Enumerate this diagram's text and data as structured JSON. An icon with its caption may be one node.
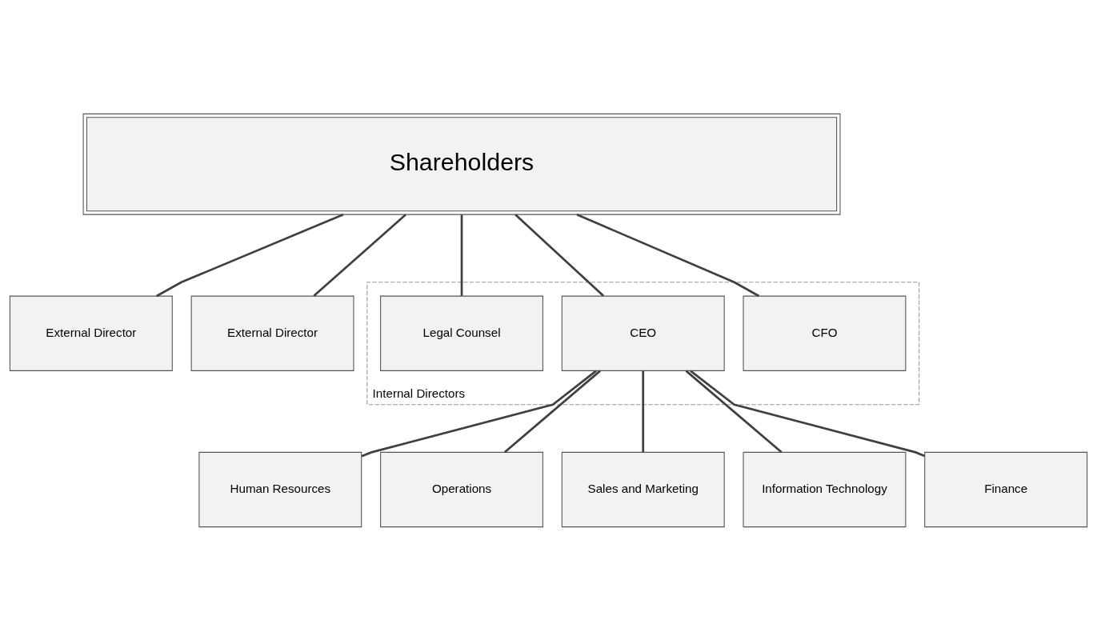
{
  "diagram": {
    "nodes": [
      {
        "text": [
          "Shareholders"
        ]
      },
      {
        "text": [
          "External Director"
        ]
      },
      {
        "text": [
          "Internal Directors"
        ]
      },
      {
        "text": [
          "CFO"
        ],
        "in": 2
      },
      {
        "text": [
          "CEO"
        ],
        "in": 2
      },
      {
        "text": [
          "Legal Counsel"
        ],
        "in": 2
      },
      {
        "text": [
          "External Director"
        ]
      },
      {
        "text": [
          "Human Resources"
        ]
      },
      {
        "text": [
          "Operations"
        ]
      },
      {
        "text": [
          "Sales and Marketing"
        ]
      },
      {
        "text": [
          "Information Technology"
        ]
      },
      {
        "text": [
          "Finance"
        ]
      }
    ],
    "edges": [
      {
        "from": 0,
        "to": 1,
        "arrow": "none"
      },
      {
        "from": 0,
        "to": 3,
        "arrow": "none"
      },
      {
        "from": 0,
        "to": 4,
        "arrow": "none"
      },
      {
        "from": 0,
        "to": 5,
        "arrow": "none"
      },
      {
        "from": 0,
        "to": 6,
        "arrow": "none"
      },
      {
        "from": 4,
        "to": 7,
        "arrow": "none"
      },
      {
        "from": 4,
        "to": 8,
        "arrow": "none"
      },
      {
        "from": 4,
        "to": 9,
        "arrow": "none"
      },
      {
        "from": 4,
        "to": 10,
        "arrow": "none"
      },
      {
        "from": 4,
        "to": 11,
        "arrow": "none"
      }
    ]
  }
}
